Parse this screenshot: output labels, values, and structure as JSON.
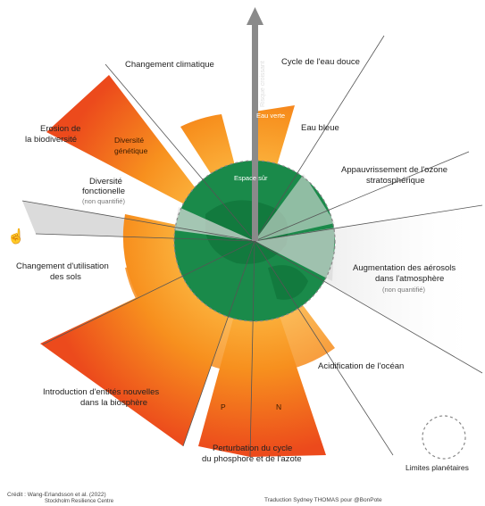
{
  "colors": {
    "orange": "#f26a22",
    "orange_light": "#fbb03b",
    "green": "#1a8a4a",
    "grey": "#c9c9c9"
  },
  "labels": {
    "changement_climatique": "Changement climatique",
    "cycle_eau": "Cycle de l'eau douce",
    "eau_verte": "Eau verte",
    "eau_bleue": "Eau bleue",
    "erosion_l1": "Erosion de",
    "erosion_l2": "la biodiversité",
    "diversite_genetique_l1": "Diversité",
    "diversite_genetique_l2": "génétique",
    "diversite_fonctionnelle_l1": "Diversité",
    "diversite_fonctionnelle_l2": "fonctionelle",
    "non_quantifie": "(non quantifié)",
    "ozone_l1": "Appauvrissement de l'ozone",
    "ozone_l2": "stratosphérique",
    "espace_sur": "Espace sûr",
    "sols_l1": "Changement d'utilisation",
    "sols_l2": "des sols",
    "aerosols_l1": "Augmentation des aérosols",
    "aerosols_l2": "dans l'atmosphère",
    "aerosols_l3": "(non quantifié)",
    "entites_l1": "Introduction d'entités nouvelles",
    "entites_l2": "dans la biosphère",
    "ocean": "Acidification de l'océan",
    "p": "P",
    "n": "N",
    "phosphore_l1": "Perturbation du cycle",
    "phosphore_l2": "du phosphore et de l'azote",
    "limites": "Limites planétaires",
    "risque": "Risque croissant",
    "credit_l1": "Crédit : Wang-Erlandsson et al. (2022)",
    "credit_l2": "Stockholm Resilience Centre",
    "traduction": "Traduction Sydney THOMAS pour @BonPote"
  }
}
